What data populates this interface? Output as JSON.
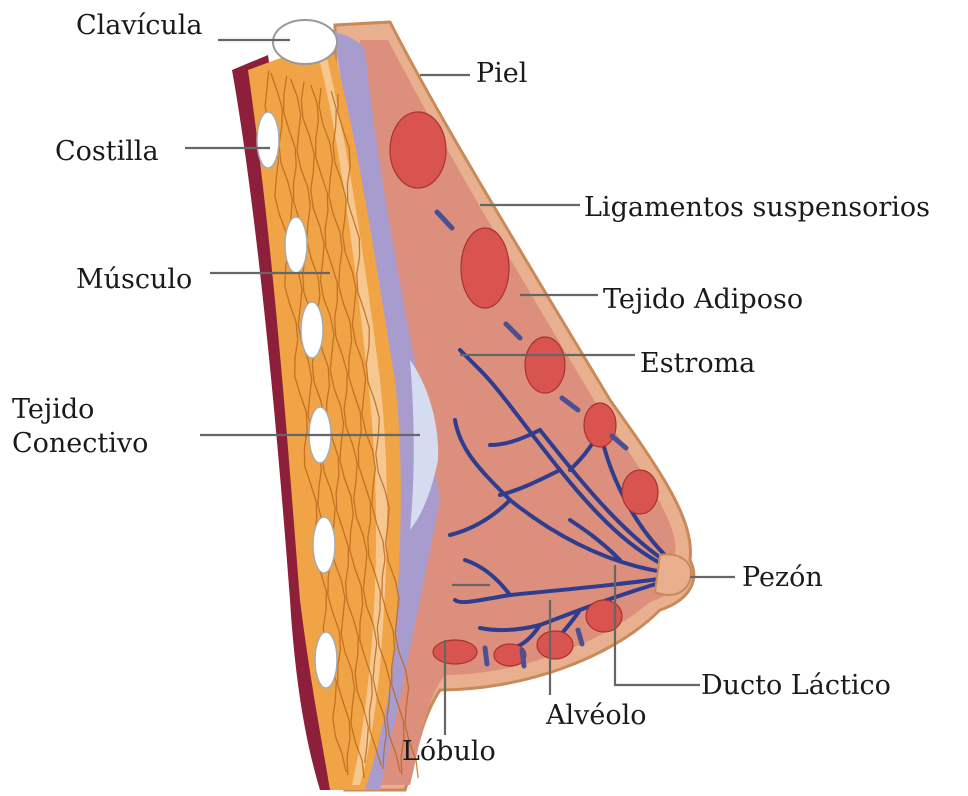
{
  "colors": {
    "skin": "#e8b08e",
    "skin_edge": "#c98a5a",
    "breast_inner": "#dc8f7c",
    "muscle": "#f0a445",
    "muscle_fiber": "#b8651a",
    "muscle_light": "#f6c890",
    "fascia": "#a89ccf",
    "chest_wall": "#8e1f3a",
    "fat": "#d9534f",
    "ducts": "#2f3d8f",
    "ligament": "#4d4f95",
    "connective": "#d6dcef",
    "leader": "#666666"
  },
  "labels": {
    "clavicula": "Clavícula",
    "piel": "Piel",
    "costilla": "Costilla",
    "ligamentos": "Ligamentos  suspensorios",
    "musculo": "Músculo",
    "tejido_adiposo": "Tejido Adiposo",
    "estroma": "Estroma",
    "tejido_line1": "Tejido",
    "tejido_line2": "Conectivo",
    "pezon": "Pezón",
    "ducto": "Ducto Láctico",
    "alveolo": "Alvéolo",
    "lobulo": "Lóbulo"
  }
}
